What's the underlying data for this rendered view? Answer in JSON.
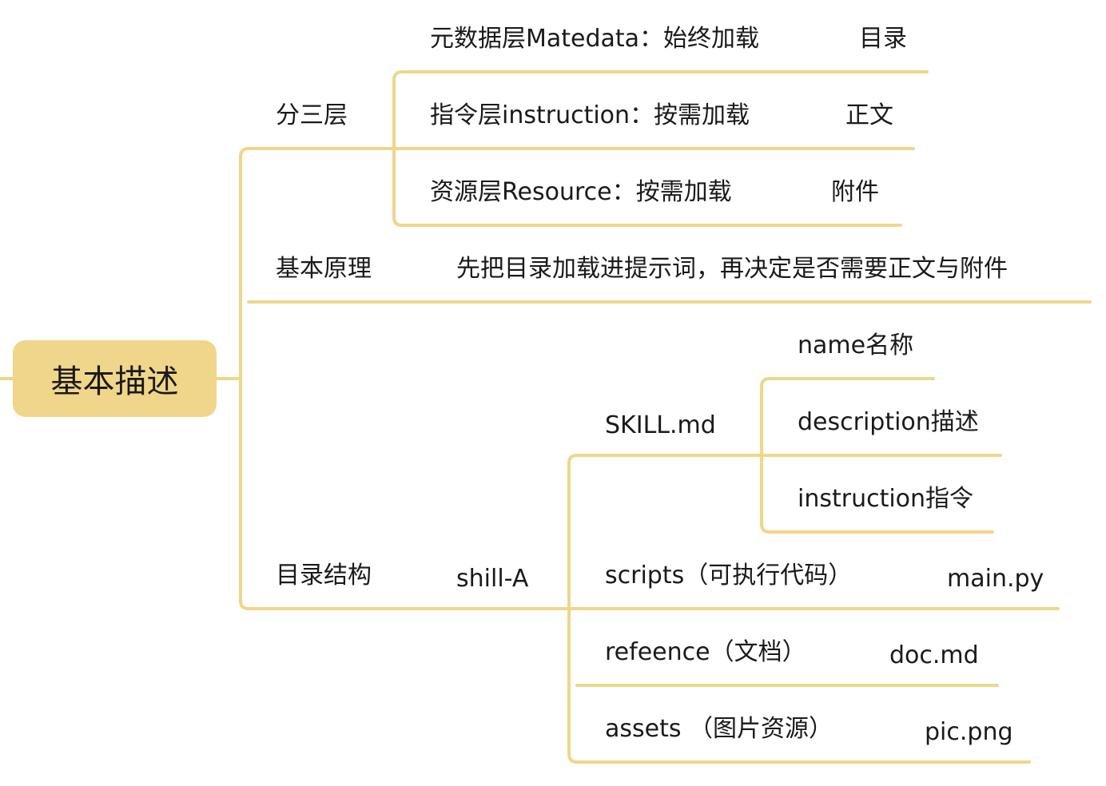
{
  "colors": {
    "line": "#f0d68a",
    "root_fill": "#f0d68a",
    "text": "#1a1a1a"
  },
  "root": {
    "label": "基本描述"
  },
  "branches": {
    "layers": {
      "label": "分三层",
      "items": [
        {
          "text": "元数据层Matedata：始终加载",
          "note": "目录"
        },
        {
          "text": "指令层instruction：按需加载",
          "note": "正文"
        },
        {
          "text": "资源层Resource：按需加载",
          "note": "附件"
        }
      ]
    },
    "principle": {
      "label": "基本原理",
      "text": "先把目录加载进提示词，再决定是否需要正文与附件"
    },
    "structure": {
      "label": "目录结构",
      "folder": "shill-A",
      "skill": {
        "label": "SKILL.md",
        "fields": [
          "name名称",
          "description描述",
          "instruction指令"
        ]
      },
      "items": [
        {
          "text": "scripts（可执行代码）",
          "note": "main.py"
        },
        {
          "text": "refeence（文档）",
          "note": "doc.md"
        },
        {
          "text": "assets （图片资源）",
          "note": "pic.png"
        }
      ]
    }
  }
}
